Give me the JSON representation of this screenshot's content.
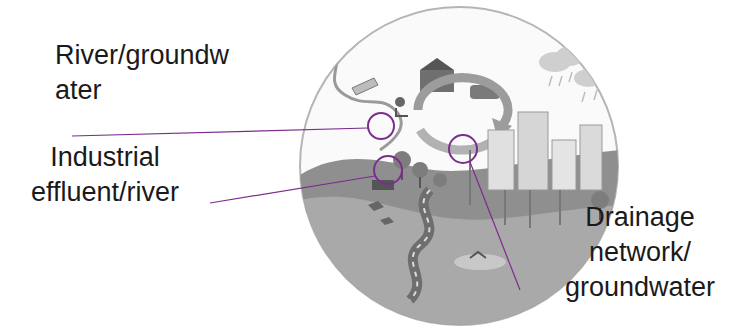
{
  "diagram": {
    "labels": [
      "River/groundw ater",
      "Industrial effluent/river",
      "Drainage network/ groundwater"
    ]
  }
}
